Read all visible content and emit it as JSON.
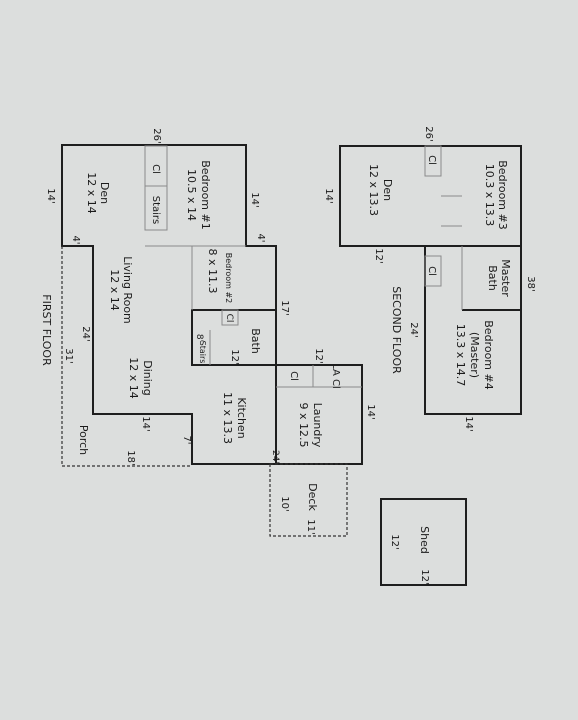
{
  "first_floor": {
    "label": "FIRST FLOOR",
    "rooms": {
      "bedroom1": {
        "name": "Bedroom #1",
        "size": "10.5 x 14"
      },
      "den": {
        "name": "Den",
        "size": "12 x 14"
      },
      "closet": "Cl",
      "stairs": "Stairs",
      "living_room": {
        "name": "Living Room",
        "size": "12 x 14"
      },
      "bedroom2": {
        "name": "Bedroom #2",
        "size": "8 x 11.3"
      },
      "closet2": "Cl",
      "bath": "Bath",
      "stairs2": "Stairs",
      "dining": {
        "name": "Dining",
        "size": "12 x 14"
      },
      "kitchen": {
        "name": "Kitchen",
        "size": "11 x 13.3"
      },
      "laundry": {
        "name": "Laundry",
        "size": "9 x 12.5"
      },
      "closet3": "Cl",
      "la_closet": "LA Cl",
      "porch": "Porch",
      "deck": "Deck"
    },
    "dims": {
      "d26": "26'",
      "d14a": "14'",
      "d14b": "14'",
      "d4a": "4'",
      "d4b": "4'",
      "d17": "17'",
      "d24": "24'",
      "d31": "31'",
      "d14c": "14'",
      "d12a": "12'",
      "d12b": "12'",
      "d8": "8'",
      "d7": "7'",
      "d18": "18'",
      "d14d": "14'",
      "d24b": "24'",
      "d10": "10'",
      "d11": "11'"
    }
  },
  "second_floor": {
    "label": "SECOND FLOOR",
    "rooms": {
      "bedroom3": {
        "name": "Bedroom #3",
        "size": "10.3 x 13.3"
      },
      "den": {
        "name": "Den",
        "size": "12 x 13.3"
      },
      "closet1": "Cl",
      "closet2": "Cl",
      "master_bath": {
        "line1": "Master",
        "line2": "Bath"
      },
      "bedroom4": {
        "name": "Bedroom #4",
        "note": "(Master)",
        "size": "13.3 x 14.7"
      }
    },
    "dims": {
      "d26": "26'",
      "d14a": "14'",
      "d12": "12'",
      "d38": "38'",
      "d24": "24'",
      "d14b": "14'"
    }
  },
  "shed": {
    "name": "Shed",
    "w": "12'",
    "h": "12'"
  }
}
